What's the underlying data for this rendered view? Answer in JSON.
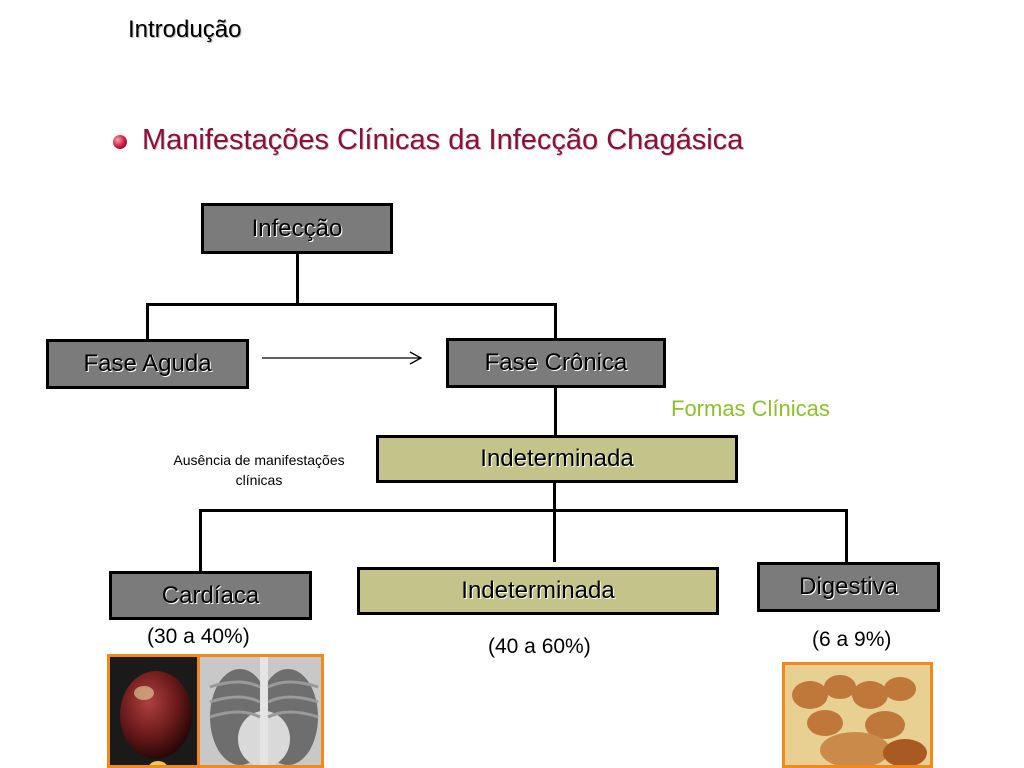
{
  "slide": {
    "title": "Introdução",
    "subtitle": "Manifestações Clínicas da Infecção Chagásica"
  },
  "diagram": {
    "infeccao": "Infecção",
    "fase_aguda": "Fase Aguda",
    "fase_cronica": "Fase Crônica",
    "formas_clinicas": "Formas Clínicas",
    "indeterminada_top": "Indeterminada",
    "ausencia_note": "Ausência de manifestações clínicas",
    "cardiaca": "Cardíaca",
    "cardiaca_pct": "(30 a 40%)",
    "indeterminada_bottom": "Indeterminada",
    "indeterminada_pct": "(40 a 60%)",
    "digestiva": "Digestiva",
    "digestiva_pct": "(6 a 9%)"
  },
  "colors": {
    "subtitle": "#8b0f3a",
    "formas_clinicas": "#8fbf2a",
    "grey_box": "#7b7b7b",
    "olive_box": "#c3c38a",
    "photo_border": "#f08a1c"
  },
  "images": {
    "heart_photo": "heart-photo",
    "chest_xray": "chest-xray-photo",
    "intestine_photo": "intestine-photo"
  }
}
